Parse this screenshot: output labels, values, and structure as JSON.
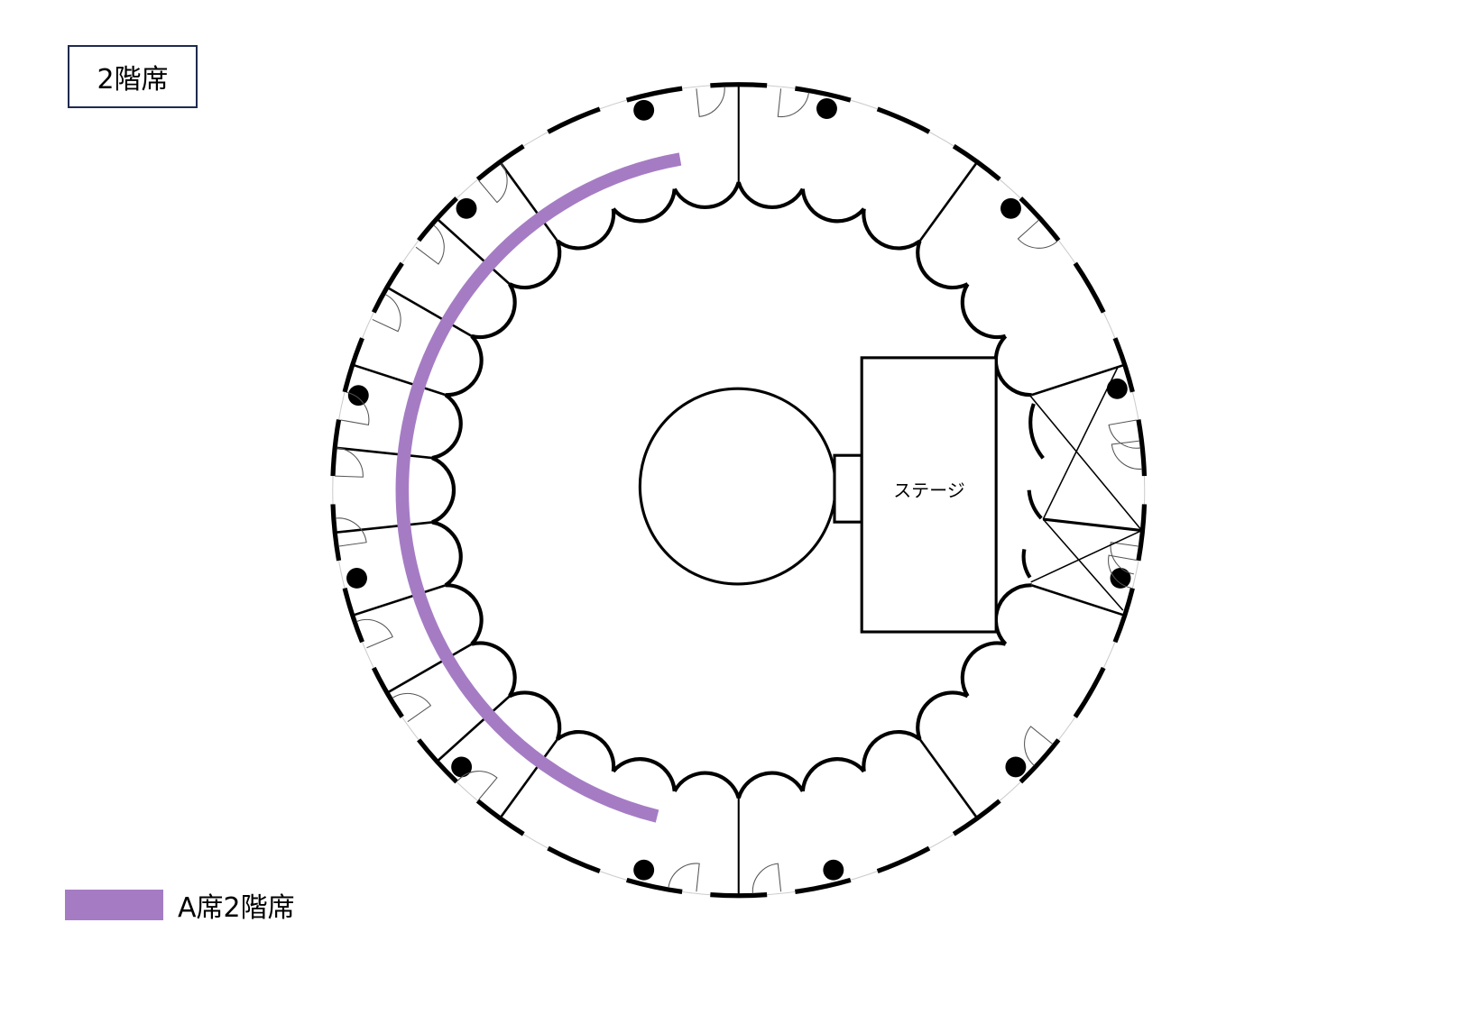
{
  "title": "2階席",
  "stage": {
    "label": "ステージ"
  },
  "legend": {
    "label": "A席2階席",
    "color": "#A57CC4"
  },
  "colors": {
    "wall": "#000000",
    "title_border": "#1f2a4f",
    "highlight": "#A57CC4"
  }
}
